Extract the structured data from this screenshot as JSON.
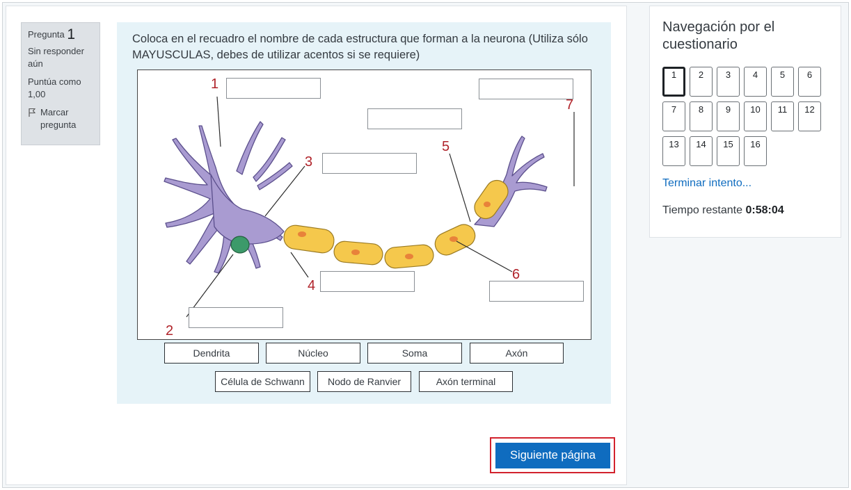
{
  "info": {
    "question_label": "Pregunta",
    "question_number": "1",
    "state": "Sin responder aún",
    "grade": "Puntúa como 1,00",
    "flag_label": "Marcar pregunta"
  },
  "question": {
    "text": "Coloca en el recuadro el nombre de cada estructura que forman a la neurona (Utiliza sólo MAYUSCULAS, debes de utilizar acentos si se requiere)",
    "diagram_numbers": [
      "1",
      "2",
      "3",
      "4",
      "5",
      "6",
      "7"
    ],
    "drag_items": [
      "Dendrita",
      "Núcleo",
      "Soma",
      "Axón",
      "Célula de Schwann",
      "Nodo de Ranvier",
      "Axón terminal"
    ]
  },
  "colors": {
    "neuron": "#a99bd1",
    "nucleus": "#3c9a6a",
    "schwann": "#f5c84c",
    "schwann_nucleus": "#e8823a",
    "number_red": "#b0232a",
    "primary": "#0f6cbf",
    "highlight": "#d2222d"
  },
  "next_button": "Siguiente página",
  "navigation": {
    "title": "Navegación por el cuestionario",
    "questions": [
      "1",
      "2",
      "3",
      "4",
      "5",
      "6",
      "7",
      "8",
      "9",
      "10",
      "11",
      "12",
      "13",
      "14",
      "15",
      "16"
    ],
    "current": "1",
    "finish_link": "Terminar intento...",
    "timer_label": "Tiempo restante",
    "timer_value": "0:58:04"
  }
}
